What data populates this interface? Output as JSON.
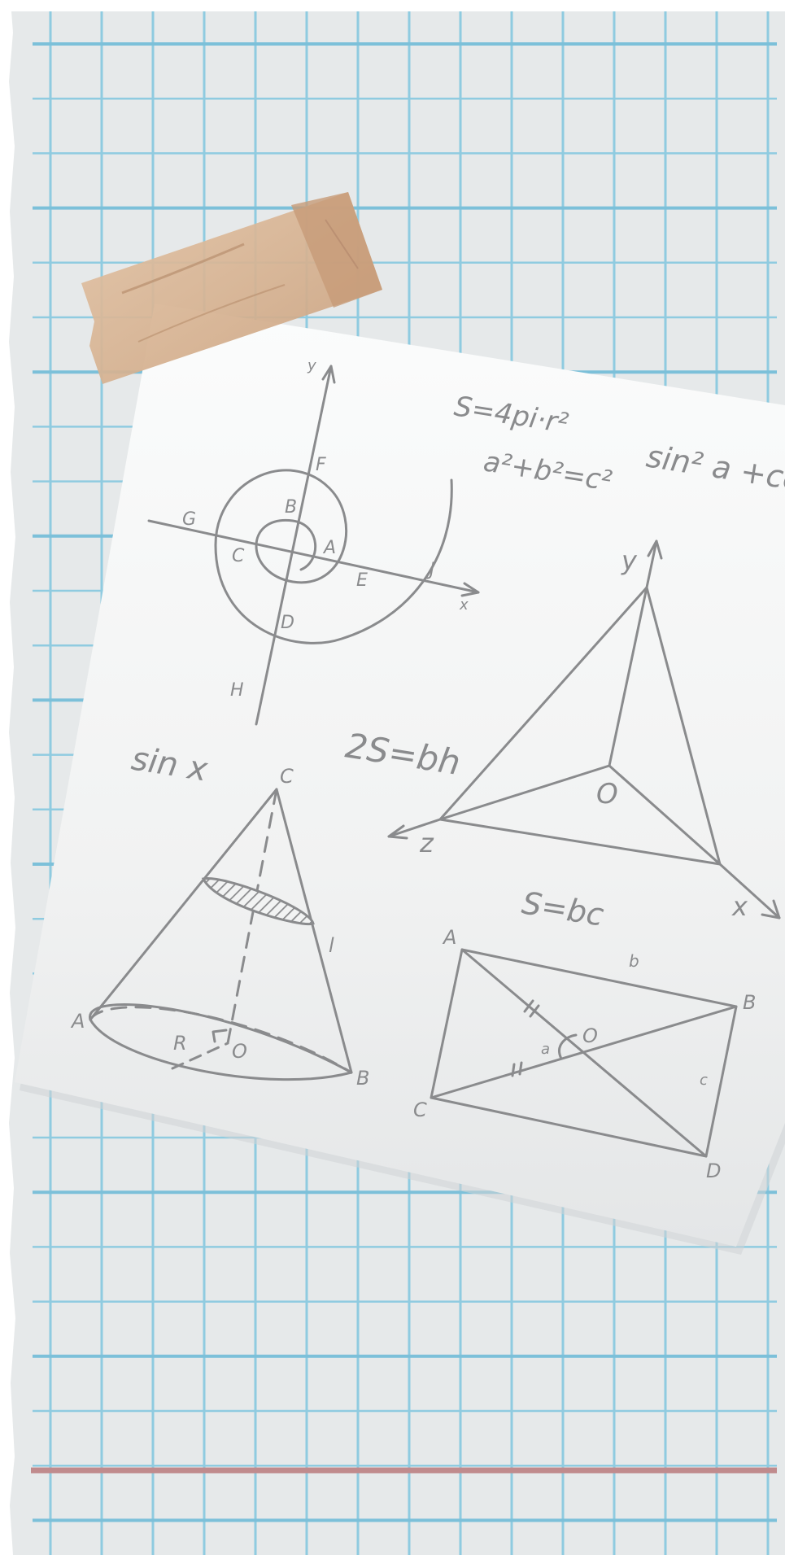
{
  "colors": {
    "paper": "#e6e9ea",
    "grid_line": "#8fcbe0",
    "grid_line_strong": "#7cc0d9",
    "margin_line": "#c08b8d",
    "note_paper": "#f4f5f5",
    "ink": "#8a8b8d",
    "tape": "#d9b596"
  },
  "formulas": {
    "sphere_area": "S=4pi·r²",
    "pythagoras": "a²+b²=c²",
    "trig_identity": "sin² a +co",
    "triangle_area": "2S=bh",
    "sine": "sin x",
    "rectangle_area": "S=bc"
  },
  "spiral_labels": {
    "y_axis": "y",
    "x_axis": "x",
    "a": "A",
    "b": "B",
    "c": "C",
    "d": "D",
    "e": "E",
    "f": "F",
    "g": "G",
    "h": "H",
    "j": "J"
  },
  "axes3d_labels": {
    "y": "y",
    "x": "x",
    "z": "z",
    "origin": "O"
  },
  "cone_labels": {
    "apex": "C",
    "a": "A",
    "b": "B",
    "center": "O",
    "radius": "R",
    "slant": "l"
  },
  "rectangle_labels": {
    "a": "A",
    "b": "B",
    "c": "C",
    "d": "D",
    "o": "O",
    "side_b": "b",
    "side_c": "c",
    "angle": "a"
  }
}
